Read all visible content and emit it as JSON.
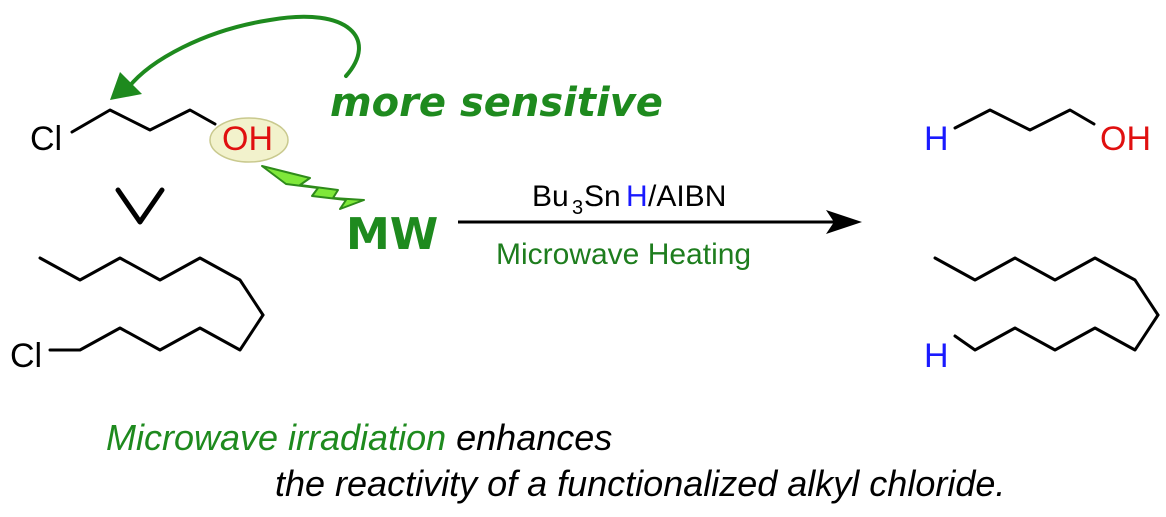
{
  "colors": {
    "bond": "#000000",
    "green": "#1e8a1e",
    "lightning": "#7fe83a",
    "highlight": "#f2f2cc",
    "oh_red": "#e01010",
    "h_blue": "#1a1aff"
  },
  "reactant_1": {
    "cl": "Cl",
    "oh": "OH"
  },
  "reactant_2": {
    "cl": "Cl"
  },
  "comparison_symbol": "V",
  "annotation": {
    "text": "more sensitive"
  },
  "microwave": {
    "label": "MW"
  },
  "reaction": {
    "reagent_bu": "Bu",
    "reagent_sub": "3",
    "reagent_sn": "Sn",
    "reagent_h": "H",
    "reagent_rest": "/AIBN",
    "condition": "Microwave Heating"
  },
  "product_1": {
    "h": "H",
    "oh": "OH"
  },
  "product_2": {
    "h": "H"
  },
  "caption": {
    "highlight": "Microwave irradiation",
    "line1_rest": " enhances",
    "line2": "the reactivity of a functionalized alkyl chloride."
  }
}
